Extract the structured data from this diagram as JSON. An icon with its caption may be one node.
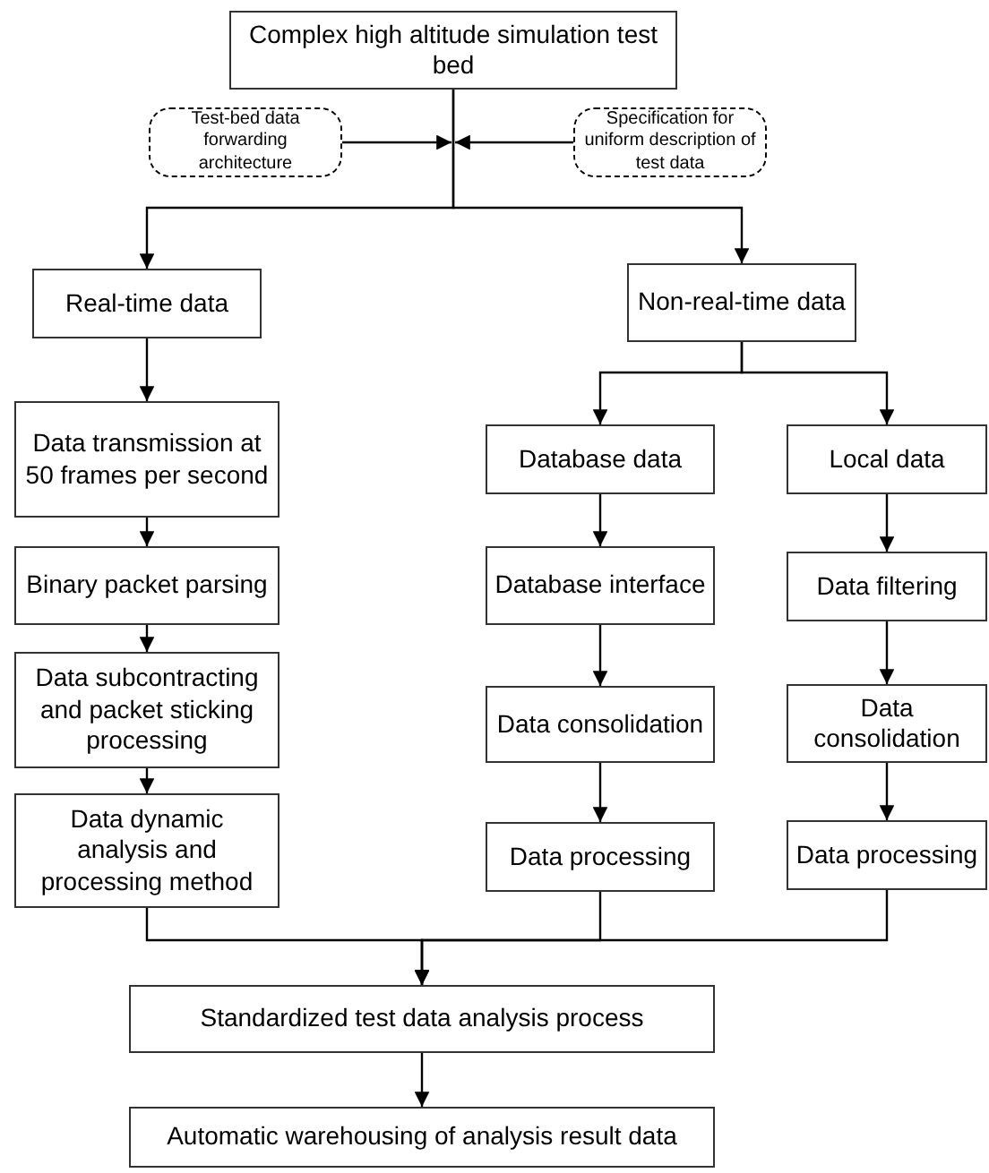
{
  "diagram": {
    "nodes": [
      {
        "text": [
          "Complex high altitude simulation test bed"
        ]
      },
      {
        "text": [
          "Test-bed data forwarding architecture"
        ]
      },
      {
        "text": [
          "Specification for uniform description of test data"
        ]
      },
      {
        "text": [
          "Real-time data"
        ]
      },
      {
        "text": [
          "Non-real-time data"
        ]
      },
      {
        "text": [
          "Data transmission at 50 frames per second"
        ]
      },
      {
        "text": [
          "Binary packet parsing"
        ]
      },
      {
        "text": [
          "Data subcontracting and packet sticking processing"
        ]
      },
      {
        "text": [
          "Data dynamic analysis and processing method"
        ]
      },
      {
        "text": [
          "Database data"
        ]
      },
      {
        "text": [
          "Database interface"
        ]
      },
      {
        "text": [
          "Data consolidation"
        ]
      },
      {
        "text": [
          "Data processing"
        ]
      },
      {
        "text": [
          "Local data"
        ]
      },
      {
        "text": [
          "Data filtering"
        ]
      },
      {
        "text": [
          "Data consolidation"
        ]
      },
      {
        "text": [
          "Data processing"
        ]
      },
      {
        "text": [
          "Standardized test data analysis process"
        ]
      },
      {
        "text": [
          "Automatic warehousing of analysis result data"
        ]
      }
    ],
    "edges": [
      {
        "from": 0,
        "to": 3,
        "arrow": "to"
      },
      {
        "from": 0,
        "to": 4,
        "arrow": "to"
      },
      {
        "from": 1,
        "to": null,
        "arrow": "to"
      },
      {
        "from": 2,
        "to": null,
        "arrow": "to"
      },
      {
        "from": 3,
        "to": 5,
        "arrow": "to"
      },
      {
        "from": 5,
        "to": 6,
        "arrow": "to"
      },
      {
        "from": 6,
        "to": 7,
        "arrow": "to"
      },
      {
        "from": 7,
        "to": 8,
        "arrow": "to"
      },
      {
        "from": 4,
        "to": 9,
        "arrow": "to"
      },
      {
        "from": 4,
        "to": 13,
        "arrow": "to"
      },
      {
        "from": 9,
        "to": 10,
        "arrow": "to"
      },
      {
        "from": 10,
        "to": 11,
        "arrow": "to"
      },
      {
        "from": 11,
        "to": 12,
        "arrow": "to"
      },
      {
        "from": 13,
        "to": 14,
        "arrow": "to"
      },
      {
        "from": 14,
        "to": 15,
        "arrow": "to"
      },
      {
        "from": 15,
        "to": 16,
        "arrow": "to"
      },
      {
        "from": 8,
        "to": 17,
        "arrow": "to"
      },
      {
        "from": 12,
        "to": 17,
        "arrow": "to"
      },
      {
        "from": 16,
        "to": 17,
        "arrow": "to"
      },
      {
        "from": 17,
        "to": 18,
        "arrow": "to"
      }
    ]
  }
}
